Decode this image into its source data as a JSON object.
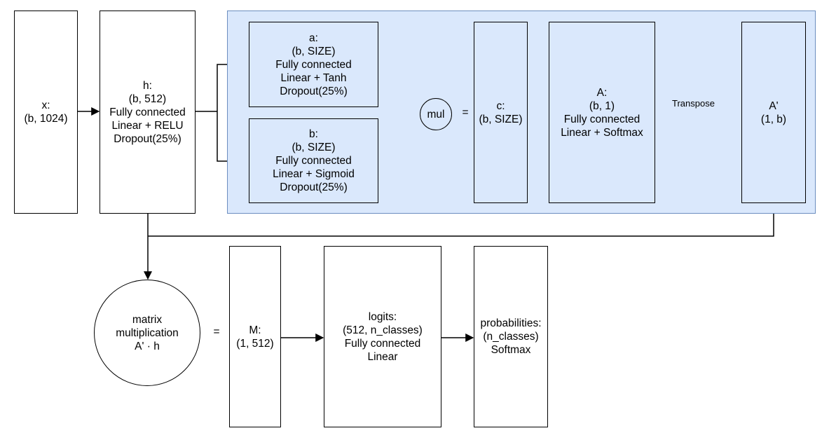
{
  "nodes": {
    "x": [
      "x:",
      "(b, 1024)"
    ],
    "h": [
      "h:",
      "(b, 512)",
      "Fully connected",
      "Linear + RELU",
      "Dropout(25%)"
    ],
    "a": [
      "a:",
      "(b, SIZE)",
      "Fully connected",
      "Linear + Tanh",
      "Dropout(25%)"
    ],
    "b": [
      "b:",
      "(b, SIZE)",
      "Fully connected",
      "Linear + Sigmoid",
      "Dropout(25%)"
    ],
    "mul": [
      "mul"
    ],
    "c": [
      "c:",
      "(b, SIZE)"
    ],
    "A": [
      "A:",
      "(b, 1)",
      "Fully connected",
      "Linear + Softmax"
    ],
    "A_t": [
      "A'",
      "(1, b)"
    ],
    "matmul": [
      "matrix",
      "multiplication",
      "A' · h"
    ],
    "M": [
      "M:",
      "(1, 512)"
    ],
    "logits": [
      "logits:",
      "(512, n_classes)",
      "Fully connected",
      "Linear"
    ],
    "probs": [
      "probabilities:",
      "(n_classes)",
      "Softmax"
    ]
  },
  "equals_signs": [
    "=",
    "="
  ],
  "edge_labels": {
    "transpose": "Transpose"
  },
  "colors": {
    "region_fill": "#dae8fc",
    "region_stroke": "#6c8ebf",
    "stroke": "#000000"
  }
}
